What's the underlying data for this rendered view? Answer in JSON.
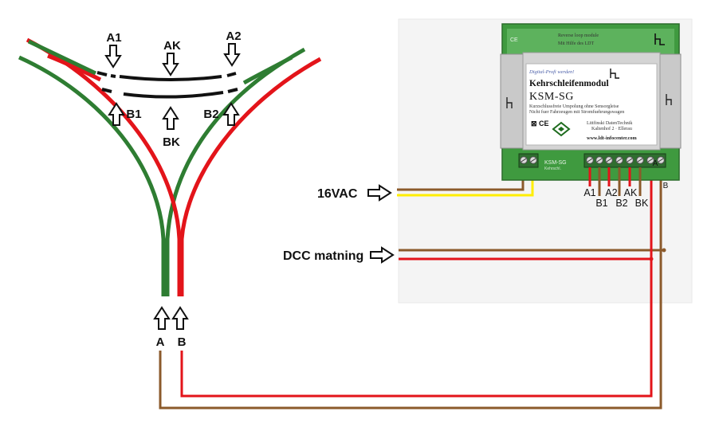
{
  "track_labels": {
    "a1": "A1",
    "a2": "A2",
    "ak": "AK",
    "b1": "B1",
    "b2": "B2",
    "bk": "BK",
    "a": "A",
    "b": "B"
  },
  "inputs": {
    "power": "16VAC",
    "dcc": "DCC matning"
  },
  "module": {
    "italic_line": "Digital-Profi werden!",
    "title": "Kehrschleifenmodul",
    "model": "KSM-SG",
    "desc_line1": "Kurzschlussfreie Umpolung ohne Sensorgleise",
    "desc_line2": "Nicht fuer Fahrzeugen mit Stromfuehrungswagen",
    "brand_line1": "Littfinski DatenTechnik",
    "brand_line2": "Kaltenhof 2 · Ellerau",
    "website": "www.ldt-infocenter.com",
    "mirror_line1": "Reverse loop module",
    "mirror_line2": "Mit Hilfe des LDT",
    "pcb_label": "KSM-SG",
    "pcb_sub": "Kehrschl."
  },
  "terminals": {
    "top_row": [
      "A1",
      "A2",
      "AK",
      "A"
    ],
    "bottom_row": [
      "B1",
      "B2",
      "BK",
      "B"
    ]
  },
  "colors": {
    "track_green": "#2e7d32",
    "track_red": "#e3141a",
    "wire_brown": "#8b5a2b",
    "wire_yellow": "#ffee00",
    "wire_red": "#e3141a",
    "board_green": "#3f9a3f",
    "module_grey": "#c9c9c9"
  }
}
